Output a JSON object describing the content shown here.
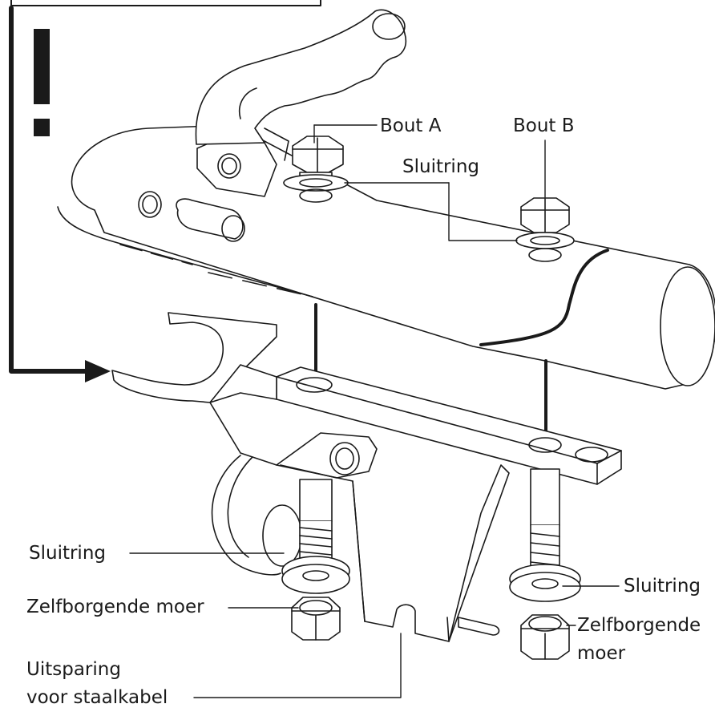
{
  "labels": {
    "bout_a": "Bout A",
    "bout_b": "Bout B",
    "sluitring_top": "Sluitring",
    "sluitring_left": "Sluitring",
    "sluitring_right": "Sluitring",
    "moer_left": "Zelfborgende moer",
    "moer_right_line1": "Zelfborgende",
    "moer_right_line2": "moer",
    "uitsparing_line1": "Uitsparing",
    "uitsparing_line2": "voor staalkabel"
  },
  "warning_symbol": "!",
  "colors": {
    "ink": "#1a1a1a",
    "background": "#ffffff"
  }
}
